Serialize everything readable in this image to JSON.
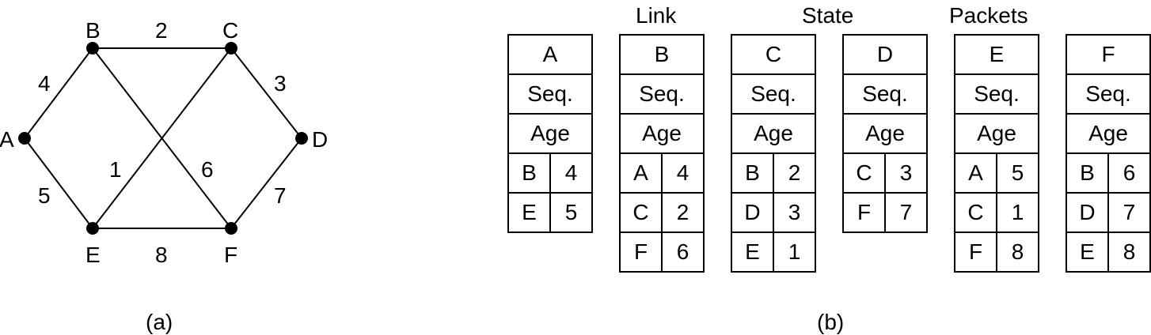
{
  "graph": {
    "nodes": [
      {
        "id": "A"
      },
      {
        "id": "B"
      },
      {
        "id": "C"
      },
      {
        "id": "D"
      },
      {
        "id": "E"
      },
      {
        "id": "F"
      }
    ],
    "edges": [
      {
        "from": "A",
        "to": "B",
        "weight": "4"
      },
      {
        "from": "B",
        "to": "C",
        "weight": "2"
      },
      {
        "from": "C",
        "to": "D",
        "weight": "3"
      },
      {
        "from": "A",
        "to": "E",
        "weight": "5"
      },
      {
        "from": "E",
        "to": "F",
        "weight": "8"
      },
      {
        "from": "D",
        "to": "F",
        "weight": "7"
      },
      {
        "from": "E",
        "to": "C",
        "weight": "1"
      },
      {
        "from": "B",
        "to": "F",
        "weight": "6"
      }
    ]
  },
  "captions": {
    "a": "(a)",
    "b": "(b)"
  },
  "headings": {
    "link": "Link",
    "state": "State",
    "packets": "Packets"
  },
  "field_labels": {
    "seq": "Seq.",
    "age": "Age"
  },
  "packets": [
    {
      "router": "A",
      "seq": "Seq.",
      "age": "Age",
      "links": [
        [
          "B",
          "4"
        ],
        [
          "E",
          "5"
        ]
      ]
    },
    {
      "router": "B",
      "seq": "Seq.",
      "age": "Age",
      "links": [
        [
          "A",
          "4"
        ],
        [
          "C",
          "2"
        ],
        [
          "F",
          "6"
        ]
      ]
    },
    {
      "router": "C",
      "seq": "Seq.",
      "age": "Age",
      "links": [
        [
          "B",
          "2"
        ],
        [
          "D",
          "3"
        ],
        [
          "E",
          "1"
        ]
      ]
    },
    {
      "router": "D",
      "seq": "Seq.",
      "age": "Age",
      "links": [
        [
          "C",
          "3"
        ],
        [
          "F",
          "7"
        ]
      ]
    },
    {
      "router": "E",
      "seq": "Seq.",
      "age": "Age",
      "links": [
        [
          "A",
          "5"
        ],
        [
          "C",
          "1"
        ],
        [
          "F",
          "8"
        ]
      ]
    },
    {
      "router": "F",
      "seq": "Seq.",
      "age": "Age",
      "links": [
        [
          "B",
          "6"
        ],
        [
          "D",
          "7"
        ],
        [
          "E",
          "8"
        ]
      ]
    }
  ]
}
